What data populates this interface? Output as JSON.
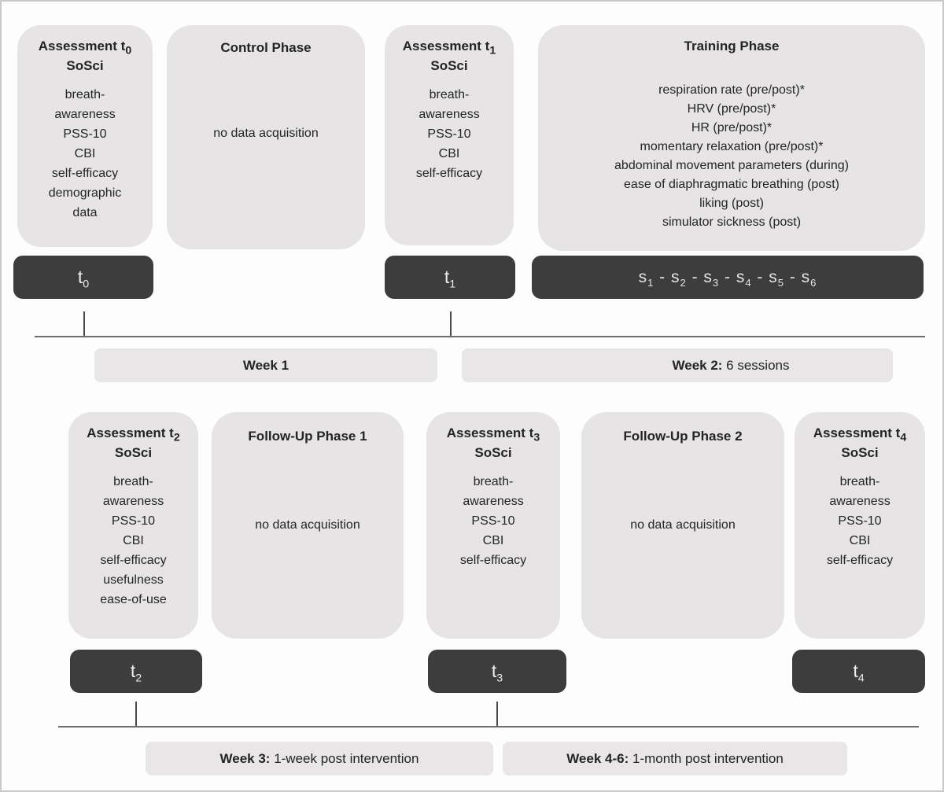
{
  "colors": {
    "box_bg": "#e6e4e4",
    "dark_box_bg": "#3d3d3d",
    "dark_box_text": "#ededed",
    "text": "#242424",
    "timeline": "#6e6e6e",
    "canvas_border": "#c9c9c9"
  },
  "phase1": {
    "assessment_t0": {
      "title": {
        "prefix": "Assessment t",
        "sub": "0"
      },
      "subtitle": "SoSci",
      "items": [
        "breath-",
        "awareness",
        "PSS-10",
        "CBI",
        "self-efficacy",
        "demographic",
        "data"
      ]
    },
    "control_phase": {
      "title": "Control Phase",
      "body": "no data acquisition"
    },
    "assessment_t1": {
      "title": {
        "prefix": "Assessment t",
        "sub": "1"
      },
      "subtitle": "SoSci",
      "items": [
        "breath-",
        "awareness",
        "PSS-10",
        "CBI",
        "self-efficacy"
      ]
    },
    "training_phase": {
      "title": "Training Phase",
      "items": [
        "respiration rate (pre/post)*",
        "HRV (pre/post)*",
        "HR (pre/post)*",
        "momentary relaxation (pre/post)*",
        "abdominal movement parameters (during)",
        "ease of diaphragmatic breathing (post)",
        "liking (post)",
        "simulator sickness (post)"
      ]
    },
    "marker_t0": {
      "base": "t",
      "sub": "0"
    },
    "marker_t1": {
      "base": "t",
      "sub": "1"
    },
    "sessions": {
      "separator": " - ",
      "parts": [
        {
          "base": "s",
          "sub": "1"
        },
        {
          "base": "s",
          "sub": "2"
        },
        {
          "base": "s",
          "sub": "3"
        },
        {
          "base": "s",
          "sub": "4"
        },
        {
          "base": "s",
          "sub": "5"
        },
        {
          "base": "s",
          "sub": "6"
        }
      ]
    },
    "week1": {
      "bold": "Week 1",
      "rest": ""
    },
    "week2": {
      "bold": "Week 2:",
      "rest": " 6 sessions"
    }
  },
  "phase2": {
    "assessment_t2": {
      "title": {
        "prefix": "Assessment t",
        "sub": "2"
      },
      "subtitle": "SoSci",
      "items": [
        "breath-",
        "awareness",
        "PSS-10",
        "CBI",
        "self-efficacy",
        "usefulness",
        "ease-of-use"
      ]
    },
    "followup1": {
      "title": "Follow-Up Phase 1",
      "body": "no data acquisition"
    },
    "assessment_t3": {
      "title": {
        "prefix": "Assessment t",
        "sub": "3"
      },
      "subtitle": "SoSci",
      "items": [
        "breath-",
        "awareness",
        "PSS-10",
        "CBI",
        "self-efficacy"
      ]
    },
    "followup2": {
      "title": "Follow-Up Phase 2",
      "body": "no data acquisition"
    },
    "assessment_t4": {
      "title": {
        "prefix": "Assessment t",
        "sub": "4"
      },
      "subtitle": "SoSci",
      "items": [
        "breath-",
        "awareness",
        "PSS-10",
        "CBI",
        "self-efficacy"
      ]
    },
    "marker_t2": {
      "base": "t",
      "sub": "2"
    },
    "marker_t3": {
      "base": "t",
      "sub": "3"
    },
    "marker_t4": {
      "base": "t",
      "sub": "4"
    },
    "week3": {
      "bold": "Week 3:",
      "rest": " 1-week post intervention"
    },
    "week46": {
      "bold": "Week 4-6:",
      "rest": " 1-month post intervention"
    }
  }
}
